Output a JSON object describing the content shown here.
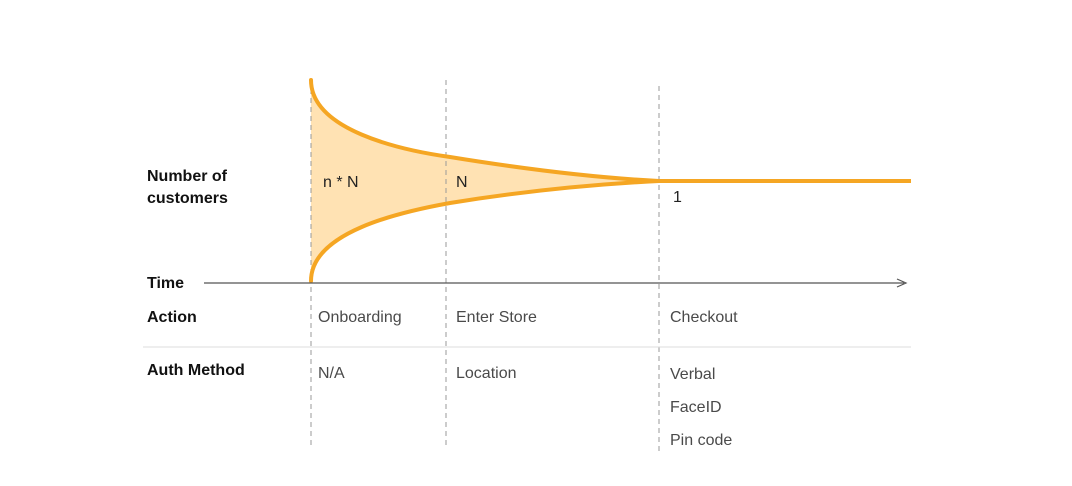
{
  "labels": {
    "customers_line1": "Number of",
    "customers_line2": "customers",
    "time": "Time",
    "action": "Action",
    "auth_method": "Auth Method"
  },
  "curve_labels": {
    "onboarding_count": "n * N",
    "store_count": "N",
    "checkout_count": "1"
  },
  "stages": [
    {
      "action": "Onboarding",
      "auth": [
        "N/A"
      ]
    },
    {
      "action": "Enter Store",
      "auth": [
        "Location"
      ]
    },
    {
      "action": "Checkout",
      "auth": [
        "Verbal",
        "FaceID",
        "Pin code"
      ]
    }
  ],
  "colors": {
    "accent": "#F5A623",
    "fill": "#FFE2B3",
    "guide": "#9a9a9a",
    "separator": "#dddddd",
    "axis": "#555555"
  }
}
